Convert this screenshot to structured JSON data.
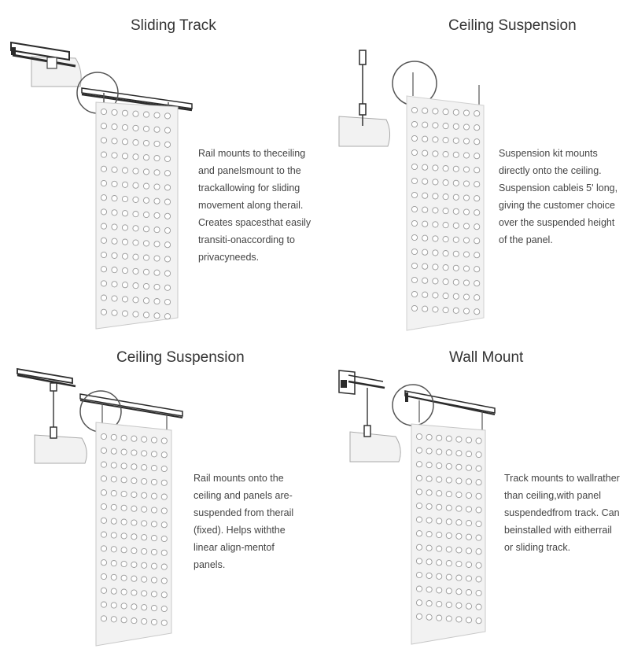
{
  "colors": {
    "panel_fill": "#f2f2f2",
    "panel_stroke": "#c8c8c8",
    "hole_fill": "#ffffff",
    "hole_stroke": "#9a9a9a",
    "rail_dark": "#2b2b2b",
    "line": "#555555"
  },
  "quadrants": [
    {
      "title": "Sliding Track",
      "description_lines": [
        "Rail mounts to theceiling",
        "and panelsmount to the",
        "trackallowing for sliding",
        "movement along therail.",
        "Creates spacesthat easily",
        "transiti-onaccording to",
        "privacyneeds."
      ]
    },
    {
      "title": "Ceiling Suspension",
      "description_lines": [
        "Suspension kit mounts",
        "directly onto the ceiling.",
        "Suspension cableis 5' long,",
        "giving the customer choice",
        "over the suspended height",
        "of the panel."
      ]
    },
    {
      "title": "Ceiling Suspension",
      "description_lines": [
        "Rail mounts onto the",
        "ceiling and panels are-",
        "suspended from therail",
        "(fixed). Helps withthe",
        "linear align-mentof",
        "panels."
      ]
    },
    {
      "title": "Wall Mount",
      "description_lines": [
        "Track mounts to wallrather",
        "than ceiling,with panel",
        "suspendedfrom track. Can",
        "beinstalled with eitherrail",
        "or sliding track."
      ]
    }
  ]
}
